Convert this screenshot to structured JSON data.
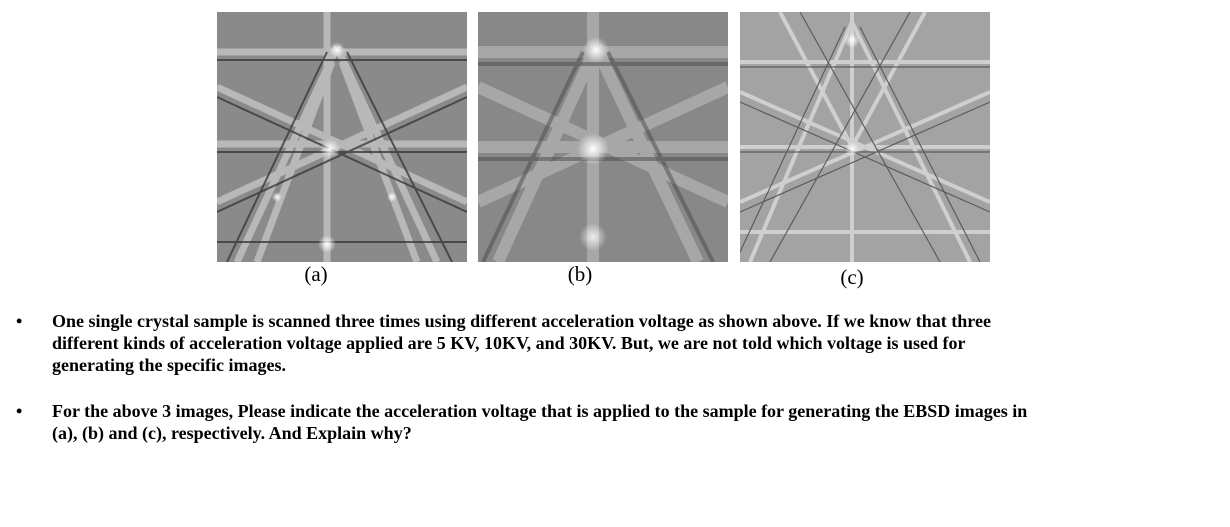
{
  "figures": [
    {
      "caption": "(a)",
      "kind": "ebsd-pattern-sharp"
    },
    {
      "caption": "(b)",
      "kind": "ebsd-pattern-blurred"
    },
    {
      "caption": "(c)",
      "kind": "ebsd-pattern-fine"
    }
  ],
  "bullets": [
    {
      "symbol": "•",
      "line1": "One single crystal sample is scanned three times using different acceleration voltage as shown above. If we know that three",
      "line2": "different kinds of acceleration voltage applied are 5 KV, 10KV, and 30KV. But, we are not told which voltage is used for",
      "line3": "generating the specific images."
    },
    {
      "symbol": "•",
      "line1": "For the above 3 images, Please indicate the acceleration voltage that is applied to the sample for generating the EBSD images in",
      "line2": "(a), (b) and (c), respectively.  And Explain why?"
    }
  ]
}
